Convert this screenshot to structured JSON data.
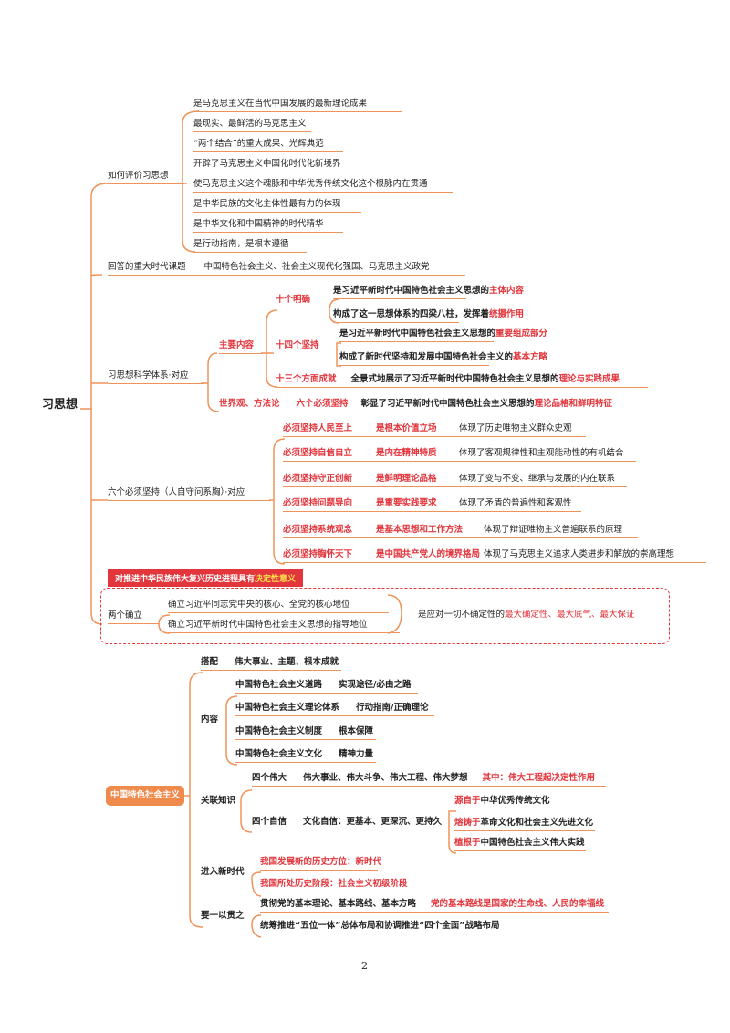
{
  "root": "习思想",
  "evaluate": {
    "label": "如何评价习思想",
    "items": [
      "是马克思主义在当代中国发展的最新理论成果",
      "最现实、最鲜活的马克思主义",
      "“两个结合”的重大成果、光辉典范",
      "开辟了马克思主义中国化时代化新境界",
      "使马克思主义这个魂脉和中华优秀传统文化这个根脉内在贯通",
      "是中华民族的文化主体性最有力的体现",
      "是中华文化和中国精神的时代精华",
      "是行动指南，是根本遵循"
    ]
  },
  "question": {
    "label": "回答的重大时代课题",
    "value": "中国特色社会主义、社会主义现代化强国、马克思主义政党"
  },
  "system": {
    "label": "习思想科学体系·对应",
    "main": "主要内容",
    "ten": {
      "label": "十个明确",
      "items": [
        {
          "pre": "是习近平新时代中国特色社会主义思想的",
          "hl": "主体内容"
        },
        {
          "pre": "构成了这一思想体系的四梁八柱，发挥着",
          "hl": "统摄作用"
        }
      ]
    },
    "fourteen": {
      "label": "十四个坚持",
      "items": [
        {
          "pre": "是习近平新时代中国特色社会主义思想的",
          "hl": "重要组成部分"
        },
        {
          "pre": "构成了新时代坚持和发展中国特色社会主义的",
          "hl": "基本方略"
        }
      ]
    },
    "thirteen": {
      "label": "十三个方面成就",
      "pre": "全景式地展示了习近平新时代中国特色社会主义思想的",
      "hl": "理论与实践成果"
    },
    "world": {
      "label": "世界观、方法论",
      "sub": "六个必须坚持",
      "pre": "彰显了习近平新时代中国特色社会主义思想的",
      "hl": "理论品格和鲜明特征"
    }
  },
  "six": {
    "label": "六个必须坚持（人自守问系胸）·对应",
    "rows": [
      [
        "必须坚持人民至上",
        "是根本价值立场",
        "体现了历史唯物主义群众史观"
      ],
      [
        "必须坚持自信自立",
        "是内在精神特质",
        "体现了客观规律性和主观能动性的有机结合"
      ],
      [
        "必须坚持守正创新",
        "是鲜明理论品格",
        "体现了变与不变、继承与发展的内在联系"
      ],
      [
        "必须坚持问题导向",
        "是重要实践要求",
        "体现了矛盾的普遍性和客观性"
      ],
      [
        "必须坚持系统观念",
        "是基本思想和工作方法",
        "体现了辩证唯物主义普遍联系的原理"
      ],
      [
        "必须坚持胸怀天下",
        "是中国共产党人的境界格局",
        "体现了马克思主义追求人类进步和解放的崇高理想"
      ]
    ]
  },
  "banner": {
    "pre": "对推进中华民族伟大复兴历史进程具有",
    "hl": "决定性意义"
  },
  "two": {
    "label": "两个确立",
    "items": [
      "确立习近平同志党中央的核心、全党的核心地位",
      "确立习近平新时代中国特色社会主义思想的指导地位"
    ],
    "pre": "是应对一切不确定性的",
    "hl": "最大确定性、最大底气、最大保证"
  },
  "socialism": {
    "label": "中国特色社会主义",
    "match": {
      "label": "搭配",
      "value": "伟大事业、主题、根本成就"
    },
    "content": {
      "label": "内容",
      "rows": [
        [
          "中国特色社会主义道路",
          "实现途径/必由之路"
        ],
        [
          "中国特色社会主义理论体系",
          "行动指南/正确理论"
        ],
        [
          "中国特色社会主义制度",
          "根本保障"
        ],
        [
          "中国特色社会主义文化",
          "精神力量"
        ]
      ]
    },
    "related": {
      "label": "关联知识",
      "four_great": {
        "label": "四个伟大",
        "value": "伟大事业、伟大斗争、伟大工程、伟大梦想",
        "note": "其中：伟大工程起决定性作用"
      },
      "four_conf": {
        "label": "四个自信",
        "value": "文化自信：更基本、更深沉、更持久",
        "items": [
          {
            "hl": "源自于",
            "rest": "中华优秀传统文化"
          },
          {
            "hl": "熔铸于",
            "rest": "革命文化和社会主义先进文化"
          },
          {
            "hl": "植根于",
            "rest": "中国特色社会主义伟大实践"
          }
        ]
      }
    },
    "era": {
      "label": "进入新时代",
      "items": [
        "我国发展新的历史方位：新时代",
        "我国所处历史阶段：社会主义初级阶段"
      ]
    },
    "consistent": {
      "label": "要一以贯之",
      "items": [
        "贯彻党的基本理论、基本路线、基本方略",
        "统筹推进“五位一体”总体布局和协调推进“四个全面”战略布局"
      ],
      "note": "党的基本路线是国家的生命线、人民的幸福线"
    }
  },
  "page_number": "2",
  "colors": {
    "line": "#f0935a",
    "red": "#e2353c",
    "orange_box": "#ef8a4d"
  }
}
